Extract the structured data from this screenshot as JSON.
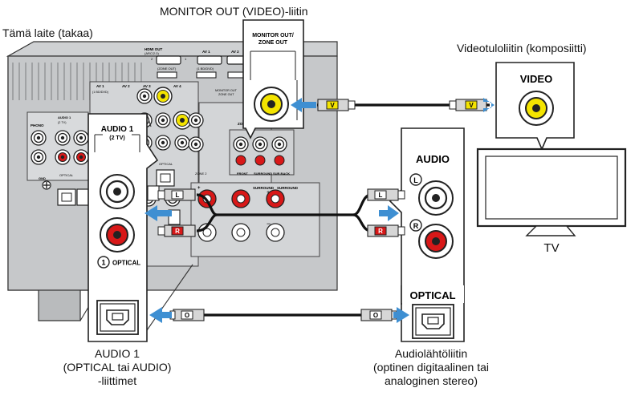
{
  "captions": {
    "device_title": "Tämä laite (takaa)",
    "monitor_out_title": "MONITOR OUT (VIDEO)-liitin",
    "video_in_title": "Videotuloliitin (komposiitti)",
    "tv_label": "TV",
    "audio1_caption": [
      "AUDIO 1",
      "(OPTICAL tai AUDIO)",
      "-liittimet"
    ],
    "audio_out_caption": [
      "Audiolähtöliitin",
      "(optinen digitaalinen tai",
      "analoginen stereo)"
    ]
  },
  "panels": {
    "monitor_out": [
      "MONITOR OUT/",
      "ZONE OUT"
    ],
    "video_label": "VIDEO",
    "audio1": [
      "AUDIO 1",
      "(2 TV)"
    ],
    "optical_left": "OPTICAL",
    "optical_num": "1",
    "audio_label": "AUDIO",
    "l_mark": "L",
    "r_mark": "R",
    "optical_right": "OPTICAL"
  },
  "plugs": {
    "video": "V",
    "left": "L",
    "right": "R",
    "optical": "O"
  },
  "device": {
    "hdmi_out": [
      "HDMI OUT",
      "(ARC/2.0)"
    ],
    "zone_out_small": "(ZONE OUT)",
    "hdmi1": "1",
    "hdmi2": "2",
    "av1": "AV 1",
    "av2": "AV 2",
    "av3": "AV 3",
    "av4": "AV 4",
    "av1_sub": "(1 BD/DVD)",
    "phono": "PHONO",
    "audio1_small": "AUDIO 1",
    "audio1_small_sub": "(2 TV)",
    "gnd": "GND",
    "zone_out": "ZONE OUT",
    "zone2": "ZONE 2",
    "front": "FRONT",
    "surround": "SURROUND",
    "sur_back": "SUR.BACK",
    "monitor_small": "MONITOR OUT",
    "zone_small": "ZONE OUT",
    "optical_small": "OPTICAL"
  },
  "colors": {
    "arrow_blue": "#3e8fd2",
    "video_yellow": "#f4e400",
    "right_red": "#d81818",
    "cable_plug_gray": "#d6d6d6",
    "device_gray": "#b9bbbd"
  }
}
